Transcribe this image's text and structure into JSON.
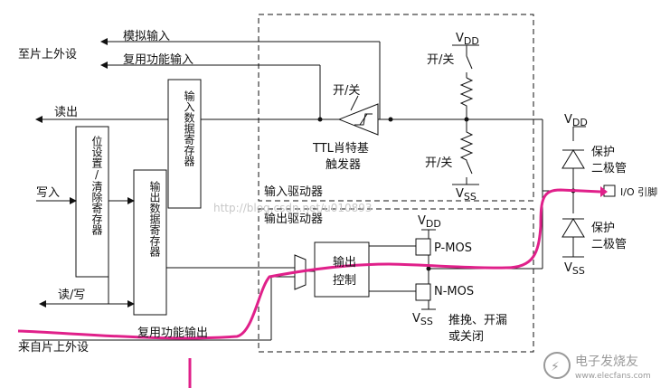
{
  "labels": {
    "to_peripheral": "至片上外设",
    "analog_input": "模拟输入",
    "alt_func_input": "复用功能输入",
    "read_out": "读出",
    "write_in": "写入",
    "read_write": "读/写",
    "from_peripheral": "来自片上外设",
    "alt_func_output": "复用功能输出",
    "input_data_reg": "输入数据寄存器",
    "bit_set_reset_reg": "位设置/清除寄存器",
    "output_data_reg": "输出数据寄存器",
    "on_off_top": "开/关",
    "on_off_trigger": "开/关",
    "on_off_bottom": "开/关",
    "ttl_trigger_line1": "TTL肖特基",
    "ttl_trigger_line2": "触发器",
    "input_driver": "输入驱动器",
    "output_driver": "输出驱动器",
    "vdd": "V",
    "vdd_sub": "DD",
    "vss": "V",
    "vss_sub": "SS",
    "output_control_line1": "输出",
    "output_control_line2": "控制",
    "p_mos": "P-MOS",
    "n_mos": "N-MOS",
    "push_pull_line1": "推挽、开漏",
    "push_pull_line2": "或关闭",
    "protect_diode_top_1": "保护",
    "protect_diode_top_2": "二极管",
    "protect_diode_bottom_1": "保护",
    "protect_diode_bottom_2": "二极管",
    "io_pin": "I/O 引脚",
    "watermark": "http://blog.csdn.net/u010893",
    "logo_text": "电子发烧友",
    "logo_url": "www.elecfans.com"
  },
  "colors": {
    "line": "#111111",
    "annotation": "#e0208a",
    "watermark": "#c8c8c8"
  }
}
